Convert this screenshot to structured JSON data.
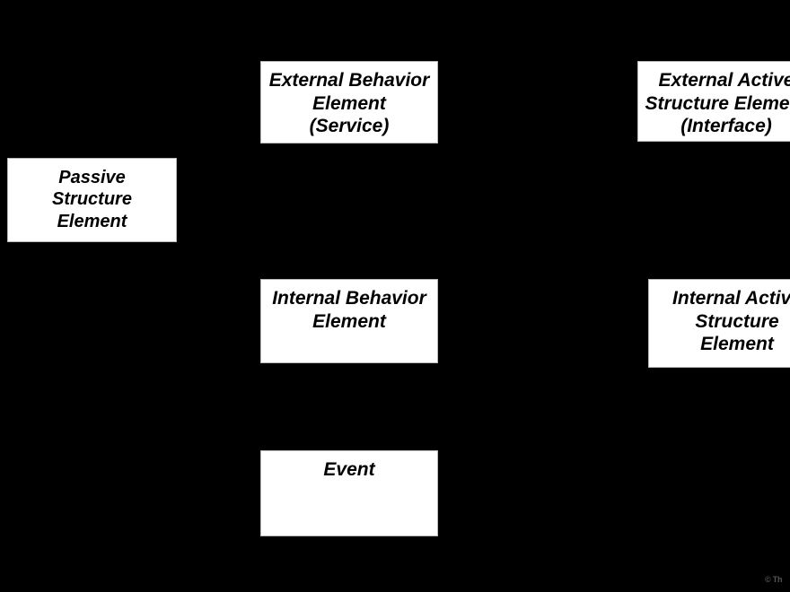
{
  "diagram": {
    "background_color": "#000000",
    "node_fill_color": "#ffffff",
    "node_text_color": "#000000",
    "title": "",
    "nodes": [
      {
        "id": "external-behavior-element",
        "label": "External Behavior\nElement\n(Service)",
        "clipped": true
      },
      {
        "id": "external-active-structure-element",
        "label": "External Active\nStructure Element\n(Interface)",
        "clipped": true
      },
      {
        "id": "passive-structure-element",
        "label": "Passive\nStructure\nElement",
        "clipped": false
      },
      {
        "id": "internal-behavior-element",
        "label": "Internal Behavior\nElement",
        "clipped": false
      },
      {
        "id": "internal-active-structure-element",
        "label": "Internal Active\nStructure\nElement",
        "clipped": true
      },
      {
        "id": "event-element",
        "label": "Event",
        "clipped": false
      }
    ]
  },
  "watermark": {
    "text": "© Th"
  }
}
